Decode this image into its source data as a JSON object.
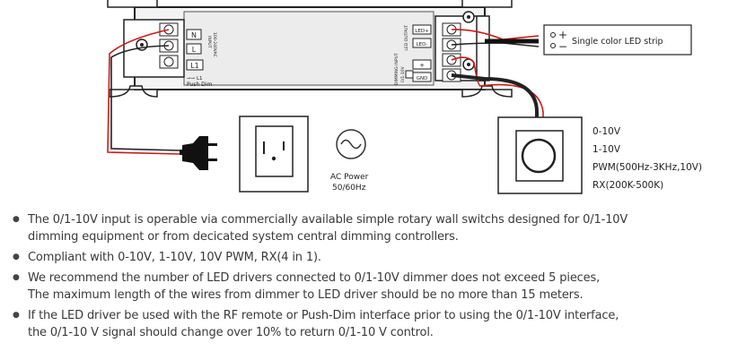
{
  "driver": {
    "input_label": "INPUT",
    "input_spec": "100-240VAC",
    "terminal_n": "N",
    "terminal_l": "L",
    "terminal_l1": "L1",
    "push_dim_symbol": "⊸⊸ L1",
    "push_dim_label": "Push Dim",
    "output_label": "LED OUTPUT",
    "terminal_led_pos": "LED+",
    "terminal_led_neg": "LED-",
    "dim_input_label": "DIMMING INPUT",
    "dim_input_spec": "0/1-10V",
    "terminal_plus": "+",
    "terminal_gnd": "GND"
  },
  "led_strip": {
    "label": "Single color LED strip",
    "plus": "+",
    "minus": "−"
  },
  "ac_power": {
    "line1": "AC Power",
    "line2": "50/60Hz"
  },
  "dimmer_modes": [
    "0-10V",
    "1-10V",
    "PWM(500Hz-3KHz,10V)",
    "RX(200K-500K)"
  ],
  "notes": [
    [
      "The 0/1-10V input is operable via commercially available simple rotary wall switchs designed for 0/1-10V",
      "dimming equipment or from decicated system central dimming controllers."
    ],
    [
      "Compliant with 0-10V, 1-10V, 10V PWM, RX(4 in 1)."
    ],
    [
      "We recommend the number of LED drivers connected to 0/1-10V dimmer does not exceed 5 pieces,",
      "The maximum length of the wires from dimmer to LED driver should be no more than 15 meters."
    ],
    [
      " If the LED driver be used with the RF remote or Push-Dim interface prior to using the 0/1-10V interface,",
      " the 0/1-10 V signal should change over 10% to return 0/1-10 V control."
    ]
  ]
}
